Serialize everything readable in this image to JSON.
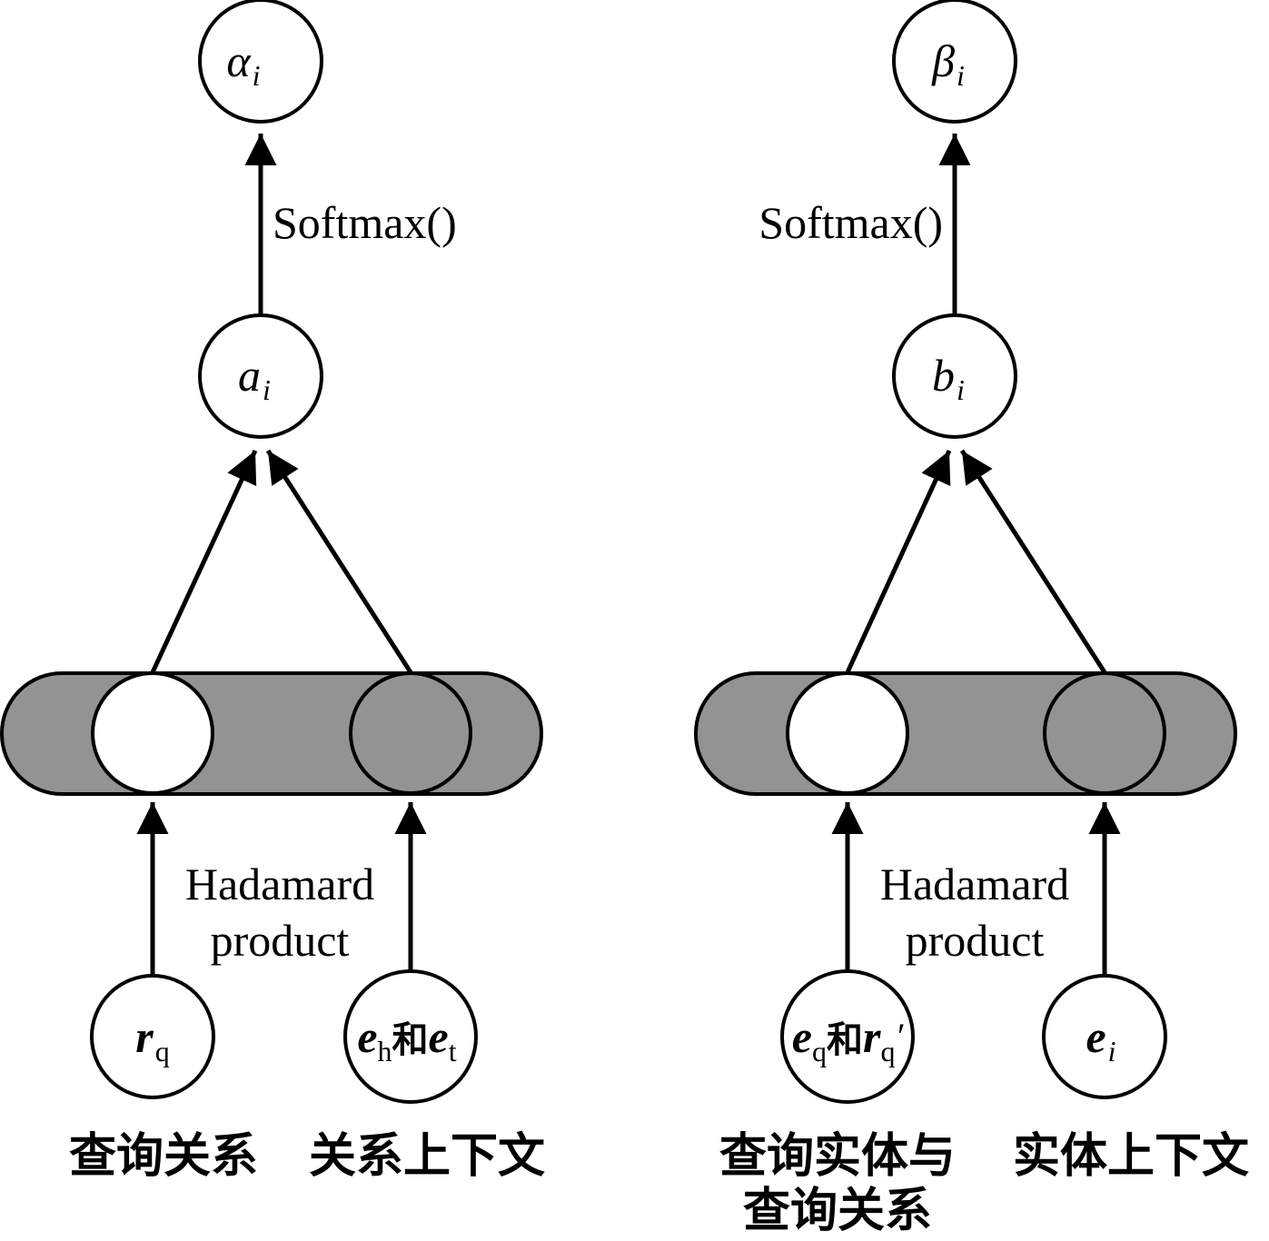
{
  "left": {
    "top_node": {
      "main": "α",
      "sub": "i"
    },
    "mid_node": {
      "main": "a",
      "sub": "i"
    },
    "softmax_label": "Softmax()",
    "hadamard_line1": "Hadamard",
    "hadamard_line2": "product",
    "input_left": {
      "main": "r",
      "sub": "q"
    },
    "input_right": {
      "main1": "e",
      "sub1": "h",
      "conj": "和",
      "main2": "e",
      "sub2": "t"
    },
    "caption_left": "查询关系",
    "caption_right": "关系上下文"
  },
  "right": {
    "top_node": {
      "main": "β",
      "sub": "i"
    },
    "mid_node": {
      "main": "b",
      "sub": "i"
    },
    "softmax_label": "Softmax()",
    "hadamard_line1": "Hadamard",
    "hadamard_line2": "product",
    "input_left": {
      "main1": "e",
      "sub1": "q",
      "conj": "和",
      "main2": "r",
      "sub2": "q",
      "prime": "′"
    },
    "input_right": {
      "main": "e",
      "sub": "i"
    },
    "caption_left_line1": "查询实体与",
    "caption_left_line2": "查询关系",
    "caption_right": "实体上下文"
  },
  "colors": {
    "capsule_fill": "#939393",
    "stroke": "#000000",
    "background": "#ffffff"
  }
}
